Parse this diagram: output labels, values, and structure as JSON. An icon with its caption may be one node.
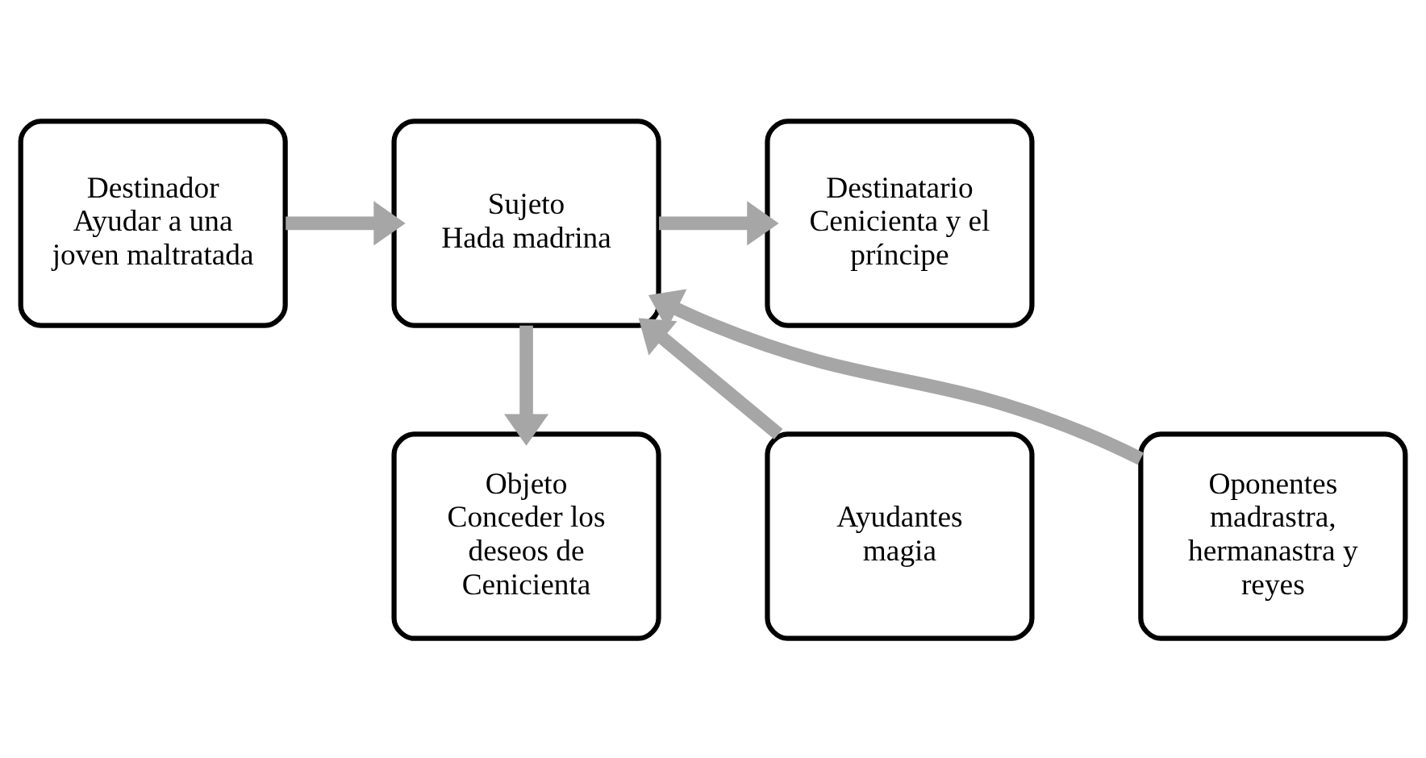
{
  "diagram": {
    "nodes": [
      {
        "text": [
          "Destinador",
          "Ayudar a una joven maltratada"
        ]
      },
      {
        "text": [
          "Sujeto",
          "Hada madrina"
        ]
      },
      {
        "text": [
          "Destinatario",
          "Cenicienta y el príncipe"
        ]
      },
      {
        "text": [
          "Ayudantes",
          "magia"
        ]
      },
      {
        "text": [
          "Objeto",
          "Conceder los deseos de Cenicienta"
        ]
      },
      {
        "text": [
          "Oponentes",
          "madrastra, hermanastra y reyes"
        ]
      }
    ],
    "edges": [
      {
        "from": 0,
        "to": 1,
        "arrow": "to"
      },
      {
        "from": 1,
        "to": 2,
        "arrow": "to"
      },
      {
        "from": 1,
        "to": 4,
        "arrow": "to"
      },
      {
        "from": 3,
        "to": 1,
        "arrow": "to"
      },
      {
        "from": 5,
        "to": 1,
        "arrow": "to"
      }
    ]
  }
}
